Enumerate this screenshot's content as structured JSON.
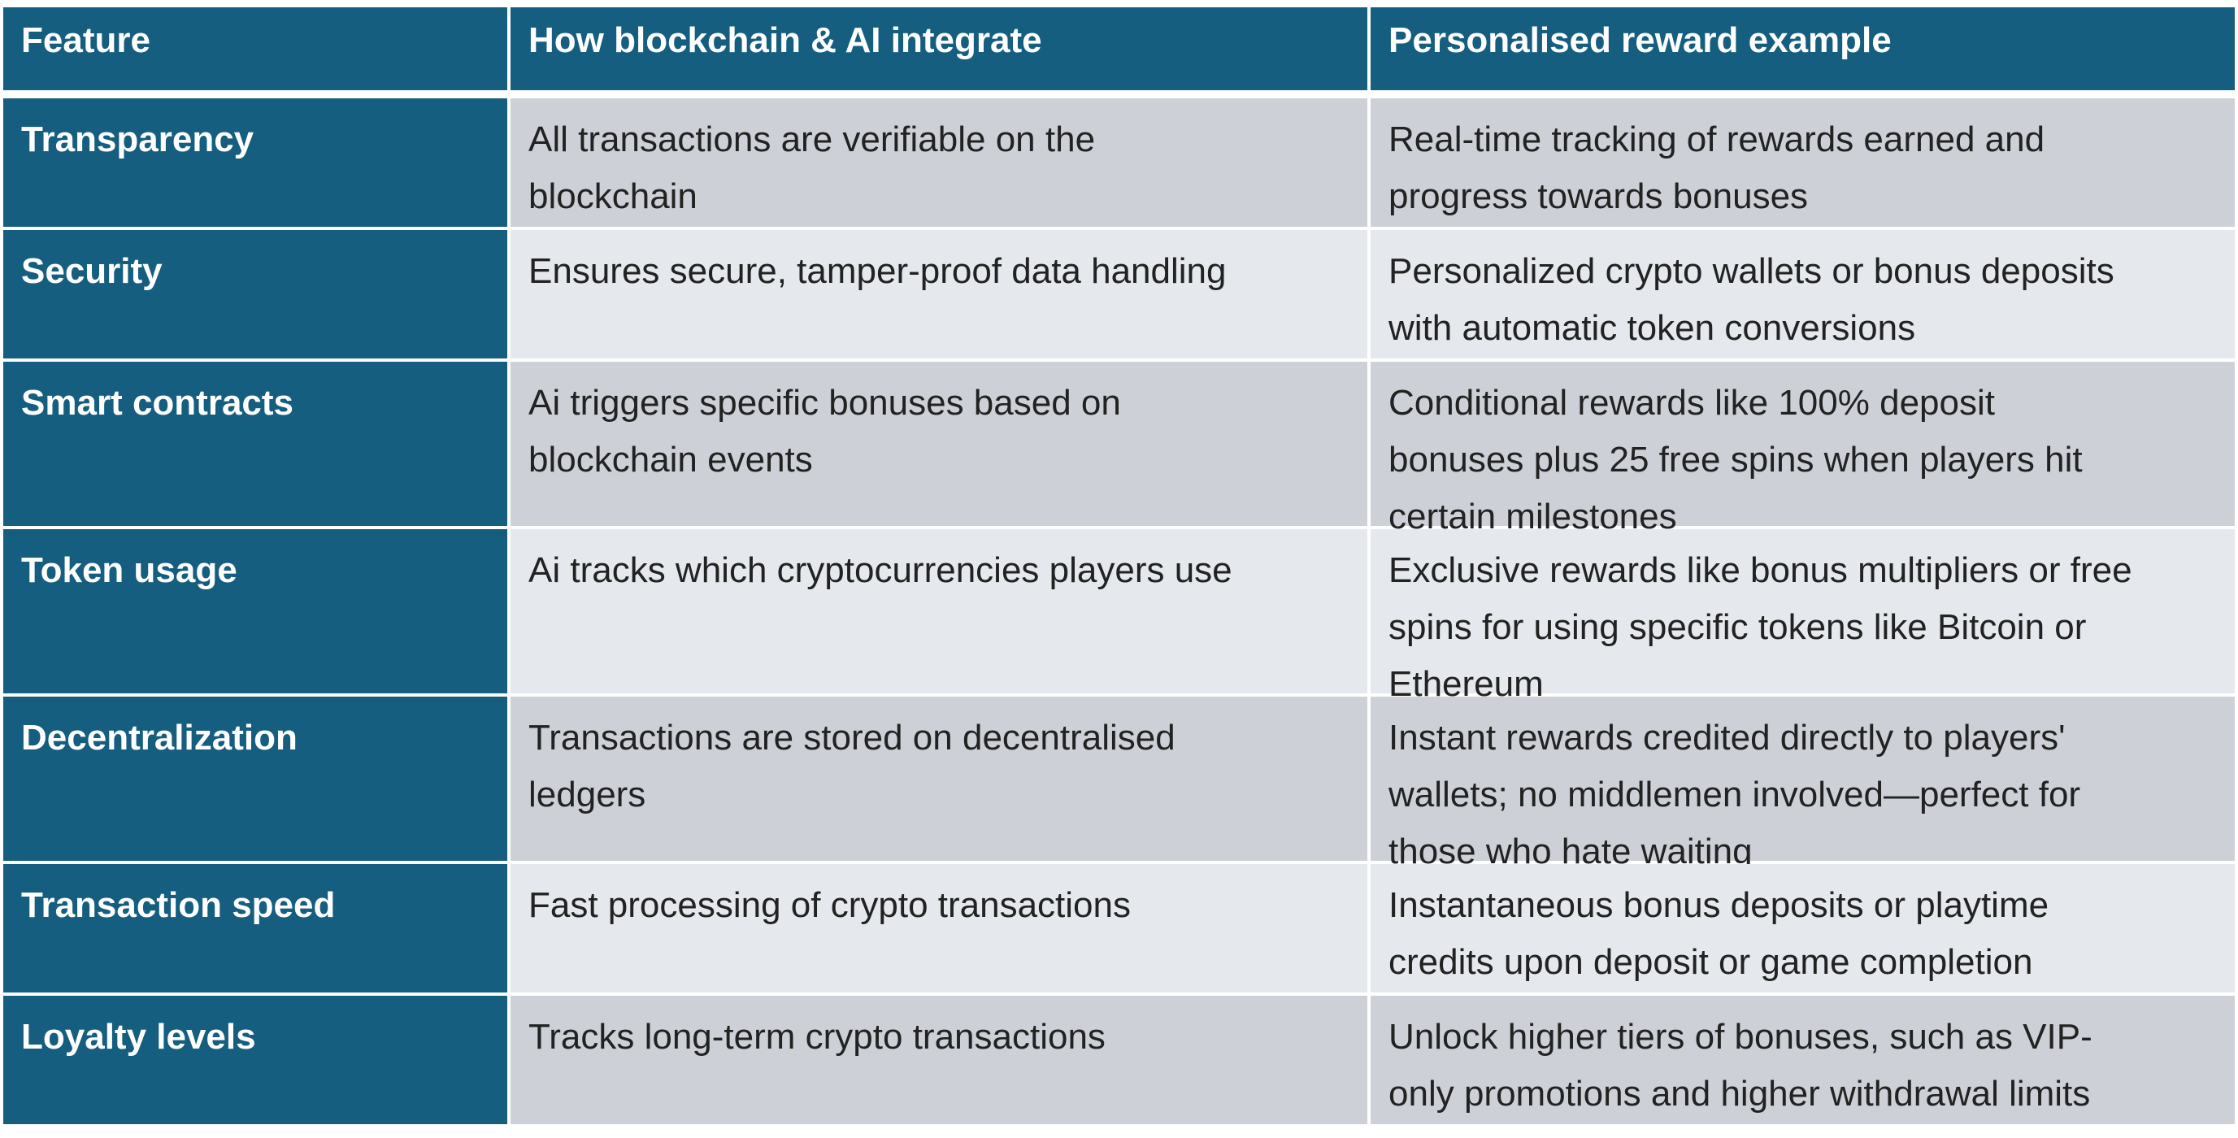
{
  "table": {
    "headers": [
      "Feature",
      "How blockchain & AI integrate",
      "Personalised reward example"
    ],
    "rows": [
      {
        "feature": "Transparency",
        "integration": [
          "All transactions are verifiable on the",
          "blockchain"
        ],
        "reward": [
          "Real-time tracking of rewards earned and",
          "progress towards bonuses"
        ]
      },
      {
        "feature": "Security",
        "integration": [
          "Ensures secure, tamper-proof data handling"
        ],
        "reward": [
          "Personalized crypto wallets or bonus deposits",
          "with automatic token conversions"
        ]
      },
      {
        "feature": "Smart contracts",
        "integration": [
          "Ai triggers specific bonuses based on",
          "blockchain events"
        ],
        "reward": [
          "Conditional rewards like 100% deposit",
          "bonuses plus 25 free spins when players hit",
          "certain milestones"
        ]
      },
      {
        "feature": "Token usage",
        "integration": [
          "Ai tracks which cryptocurrencies players use"
        ],
        "reward": [
          "Exclusive rewards like bonus multipliers or free",
          "spins for using specific tokens like Bitcoin or",
          "Ethereum"
        ]
      },
      {
        "feature": "Decentralization",
        "integration": [
          "Transactions are stored on decentralised",
          "ledgers"
        ],
        "reward": [
          "Instant rewards credited directly to players'",
          "wallets; no middlemen involved—perfect for",
          "those who hate waiting"
        ]
      },
      {
        "feature": "Transaction speed",
        "integration": [
          "Fast processing of crypto transactions"
        ],
        "reward": [
          "Instantaneous bonus deposits or playtime",
          "credits upon deposit or game completion"
        ]
      },
      {
        "feature": "Loyalty levels",
        "integration": [
          "Tracks long-term crypto transactions"
        ],
        "reward": [
          "Unlock higher tiers of bonuses, such as VIP-",
          "only promotions and higher withdrawal limits"
        ]
      }
    ]
  }
}
